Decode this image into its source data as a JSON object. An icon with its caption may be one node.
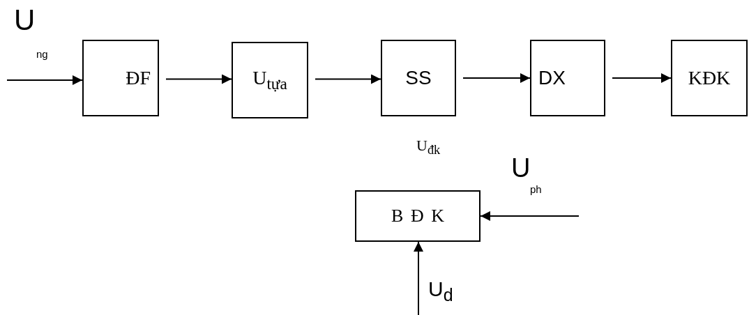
{
  "diagram": {
    "nodes": [
      {
        "text": [
          "ĐF"
        ]
      },
      {
        "text": [
          "U$_{tựa}$"
        ]
      },
      {
        "text": [
          "SS"
        ]
      },
      {
        "text": [
          "DX"
        ]
      },
      {
        "text": [
          "KĐK"
        ]
      },
      {
        "text": [
          "B Đ K"
        ]
      }
    ],
    "edges": [
      {
        "from": null,
        "to": 0,
        "arrow": "to"
      },
      {
        "from": 0,
        "to": 1,
        "arrow": "to"
      },
      {
        "from": 1,
        "to": 2,
        "arrow": "to"
      },
      {
        "from": 2,
        "to": 3,
        "arrow": "to"
      },
      {
        "from": 3,
        "to": 4,
        "arrow": "to"
      },
      {
        "from": null,
        "to": 5,
        "arrow": "to"
      },
      {
        "from": null,
        "to": 5,
        "arrow": "to"
      }
    ],
    "labels": [
      "U",
      "ng",
      "U$_{đk}$",
      "U",
      "ph",
      "U$_{d}$"
    ]
  }
}
